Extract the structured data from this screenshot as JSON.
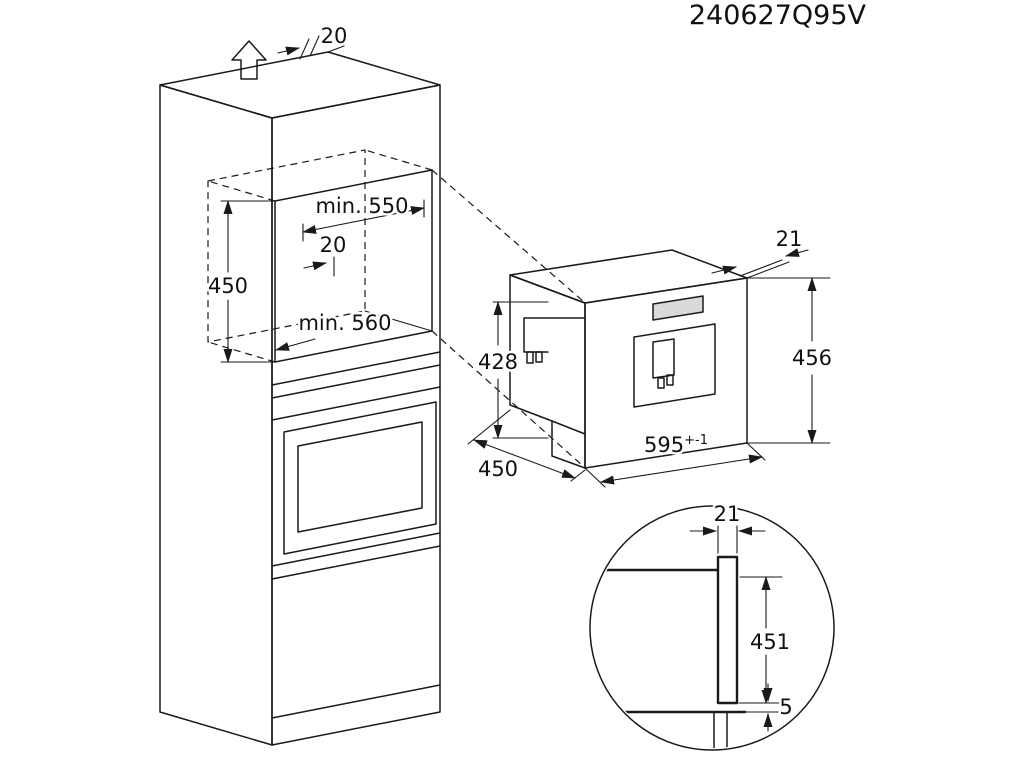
{
  "code": "240627Q95V",
  "cabinet": {
    "top_gap": "20",
    "niche_width": "min. 550",
    "side_gap": "20",
    "niche_height": "450",
    "niche_depth": "min. 560"
  },
  "appliance": {
    "frame_overhang": "21",
    "height": "456",
    "body_height": "428",
    "depth": "450",
    "width": "595",
    "width_tolerance": "+-1"
  },
  "detail": {
    "frame_thickness": "21",
    "frame_height": "451",
    "bottom_gap": "5"
  }
}
